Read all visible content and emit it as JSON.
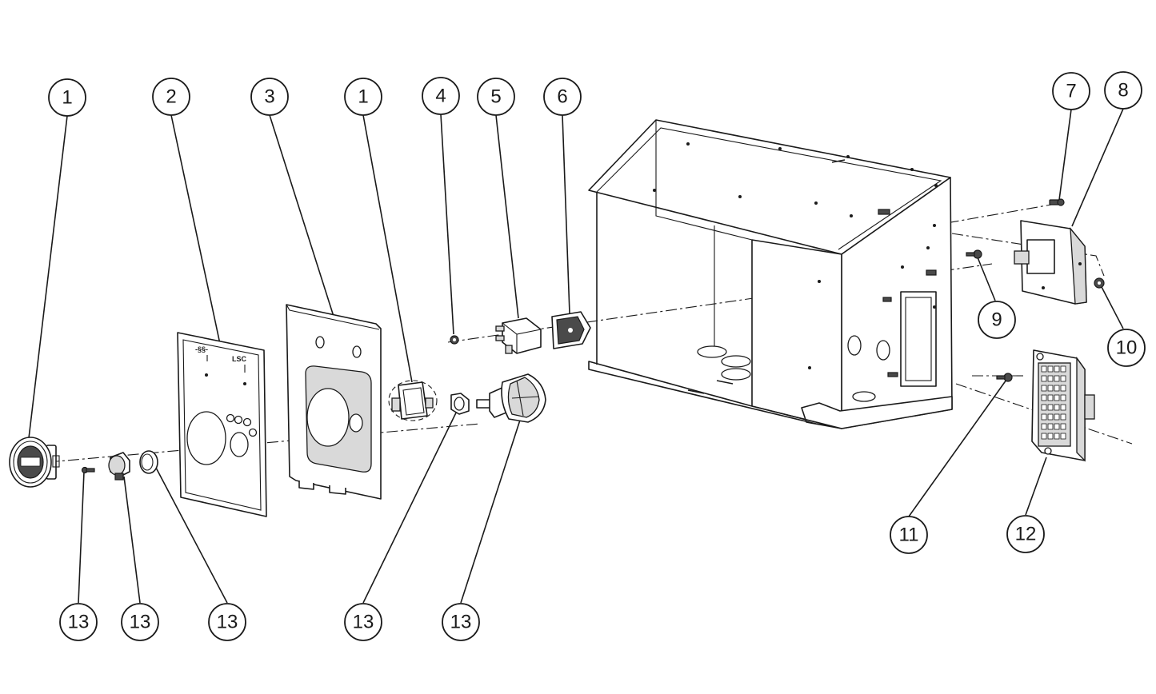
{
  "panel_markings": {
    "left": "-§§-",
    "right": "LSC"
  },
  "callouts": [
    {
      "label": "1"
    },
    {
      "label": "2"
    },
    {
      "label": "3"
    },
    {
      "label": "1"
    },
    {
      "label": "4"
    },
    {
      "label": "5"
    },
    {
      "label": "6"
    },
    {
      "label": "7"
    },
    {
      "label": "8"
    },
    {
      "label": "9"
    },
    {
      "label": "10"
    },
    {
      "label": "11"
    },
    {
      "label": "12"
    },
    {
      "label": "13"
    },
    {
      "label": "13"
    },
    {
      "label": "13"
    },
    {
      "label": "13"
    },
    {
      "label": "13"
    }
  ],
  "colors": {
    "line": "#1a1a1a",
    "background": "#ffffff",
    "shade": "#d9d9d9"
  }
}
